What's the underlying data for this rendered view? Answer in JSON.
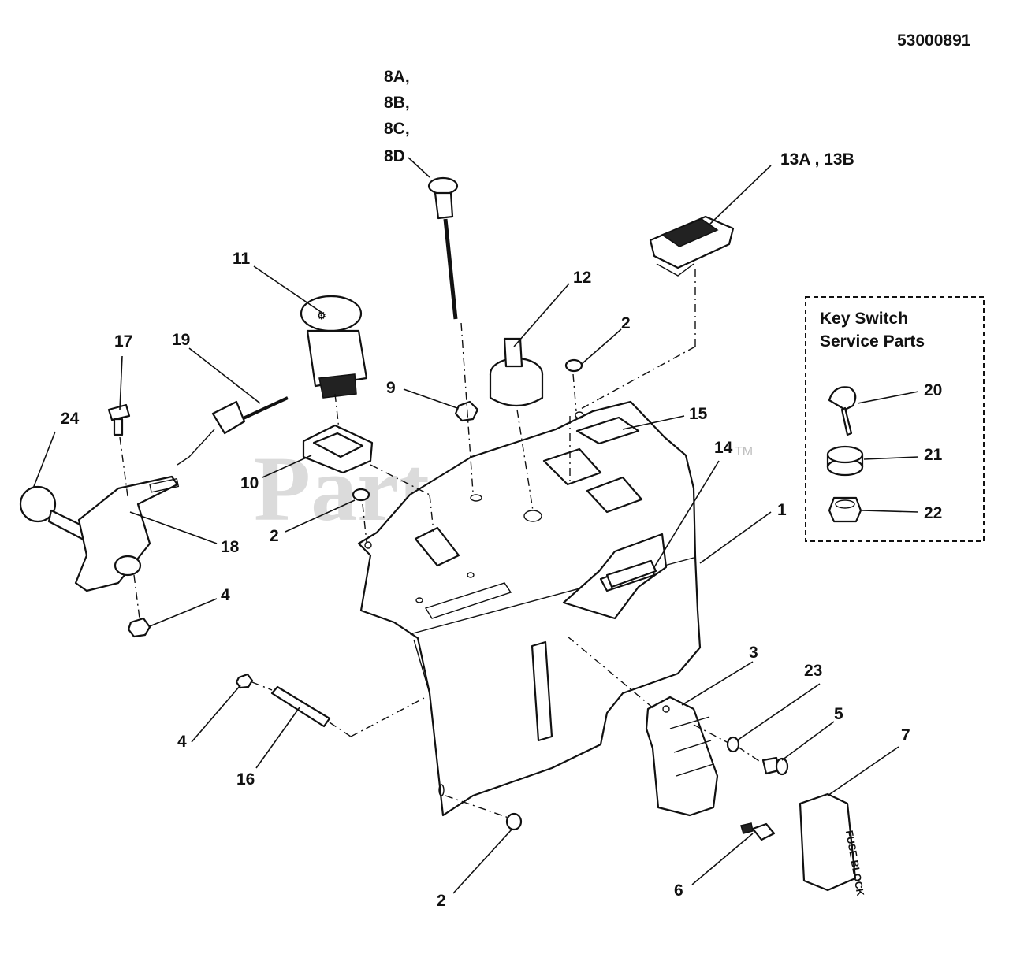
{
  "drawing_number": "53000891",
  "watermark": {
    "text": "PartsTree",
    "mark": "TM"
  },
  "service_box": {
    "title_line1": "Key Switch",
    "title_line2": "Service Parts"
  },
  "callouts": {
    "c8a": "8A,",
    "c8b": "8B,",
    "c8c": "8C,",
    "c8d": "8D",
    "c13": "13A , 13B",
    "c11": "11",
    "c12": "12",
    "c2a": "2",
    "c9": "9",
    "c15": "15",
    "c17": "17",
    "c19": "19",
    "c24": "24",
    "c10": "10",
    "c14": "14",
    "c2b": "2",
    "c1": "1",
    "c18": "18",
    "c4a": "4",
    "c3": "3",
    "c23": "23",
    "c5": "5",
    "c4b": "4",
    "c7": "7",
    "c16": "16",
    "c2c": "2",
    "c6": "6",
    "c20": "20",
    "c21": "21",
    "c22": "22"
  }
}
